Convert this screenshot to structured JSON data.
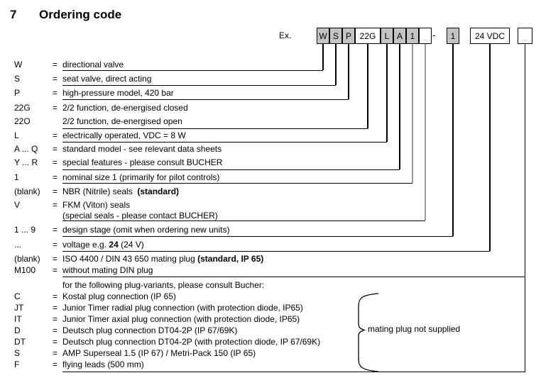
{
  "title": {
    "number": "7",
    "text": "Ordering code"
  },
  "example": {
    "label": "Ex.",
    "boxes": [
      {
        "id": "w",
        "label": "W",
        "filled": true,
        "blank": false
      },
      {
        "id": "s",
        "label": "S",
        "filled": true,
        "blank": false
      },
      {
        "id": "p",
        "label": "P",
        "filled": true,
        "blank": false
      },
      {
        "id": "g22",
        "label": "22G",
        "filled": false,
        "blank": false
      },
      {
        "id": "l",
        "label": "L",
        "filled": true,
        "blank": false
      },
      {
        "id": "a",
        "label": "A",
        "filled": true,
        "blank": false
      },
      {
        "id": "n1",
        "label": "1",
        "filled": true,
        "blank": false
      },
      {
        "id": "b1",
        "label": "_",
        "filled": false,
        "blank": true
      },
      {
        "id": "dash",
        "label": "-",
        "type": "dash"
      },
      {
        "id": "d1",
        "label": "1",
        "filled": true,
        "blank": false
      },
      {
        "id": "v24",
        "label": "24 VDC",
        "filled": false,
        "blank": false
      },
      {
        "id": "b2",
        "label": "_",
        "filled": false,
        "blank": true
      }
    ]
  },
  "code_groups": [
    {
      "box": "w",
      "rows": [
        {
          "code": "W",
          "eq": true,
          "parts": [
            {
              "t": "directional valve"
            }
          ]
        }
      ]
    },
    {
      "box": "s",
      "rows": [
        {
          "code": "S",
          "eq": true,
          "parts": [
            {
              "t": "seat valve, direct acting"
            }
          ]
        }
      ]
    },
    {
      "box": "p",
      "rows": [
        {
          "code": "P",
          "eq": true,
          "parts": [
            {
              "t": "high-pressure model, 420 bar"
            }
          ]
        }
      ]
    },
    {
      "box": "g22",
      "rows": [
        {
          "code": "22G",
          "eq": true,
          "parts": [
            {
              "t": "2/2 function, de-energised closed"
            }
          ]
        },
        {
          "code": "22O",
          "eq": false,
          "parts": [
            {
              "t": "2/2 function, de-energised open"
            }
          ]
        }
      ]
    },
    {
      "box": "l",
      "rows": [
        {
          "code": "L",
          "eq": true,
          "parts": [
            {
              "t": "electrically operated, VDC = 8 W"
            }
          ]
        }
      ]
    },
    {
      "box": "a",
      "rows": [
        {
          "code": "A ... Q",
          "eq": true,
          "parts": [
            {
              "t": "standard model - see relevant data sheets"
            }
          ]
        },
        {
          "code": "Y ... R",
          "eq": true,
          "parts": [
            {
              "t": "special features - please consult BUCHER"
            }
          ]
        }
      ]
    },
    {
      "box": "n1",
      "rows": [
        {
          "code": "1",
          "eq": true,
          "parts": [
            {
              "t": "nominal size 1 (primarily for pilot controls)"
            }
          ]
        }
      ]
    },
    {
      "box": "b1",
      "rows": [
        {
          "code": "(blank)",
          "eq": true,
          "parts": [
            {
              "t": "NBR (Nitrile) seals  "
            },
            {
              "t": "(standard)",
              "b": true
            }
          ]
        },
        {
          "code": "V",
          "eq": true,
          "parts": [
            {
              "t": "FKM (Viton) seals"
            }
          ]
        },
        {
          "code": "",
          "eq": false,
          "parts": [
            {
              "t": "(special seals - please contact BUCHER)"
            }
          ]
        }
      ]
    },
    {
      "box": "d1",
      "rows": [
        {
          "code": "1 ... 9",
          "eq": true,
          "parts": [
            {
              "t": "design stage (omit when ordering new units)"
            }
          ]
        }
      ]
    },
    {
      "box": "v24",
      "rows": [
        {
          "code": "...",
          "eq": true,
          "parts": [
            {
              "t": "voltage e.g. "
            },
            {
              "t": "24",
              "b": true
            },
            {
              "t": " (24 V)"
            }
          ]
        }
      ]
    },
    {
      "box": "b2",
      "rows": [
        {
          "code": "(blank)",
          "eq": true,
          "parts": [
            {
              "t": "ISO 4400 / DIN 43 650 mating plug "
            },
            {
              "t": "(standard, IP 65)",
              "b": true
            }
          ]
        },
        {
          "code": "M100",
          "eq": true,
          "parts": [
            {
              "t": "without mating DIN plug"
            }
          ]
        }
      ]
    }
  ],
  "plug_section": {
    "note": "for the following plug-variants, please consult Bucher:",
    "rows": [
      {
        "code": "C",
        "eq": true,
        "parts": [
          {
            "t": "Kostal plug connection (IP 65)"
          }
        ]
      },
      {
        "code": "JT",
        "eq": true,
        "parts": [
          {
            "t": "Junior Timer radial plug connection (with protection diode, IP65)"
          }
        ]
      },
      {
        "code": "IT",
        "eq": true,
        "parts": [
          {
            "t": "Junior Timer axial plug connection (with protection diode, IP65)"
          }
        ]
      },
      {
        "code": "D",
        "eq": true,
        "parts": [
          {
            "t": "Deutsch plug connection DT04-2P (IP 67/69K)"
          }
        ]
      },
      {
        "code": "DT",
        "eq": true,
        "parts": [
          {
            "t": "Deutsch plug connection DT04-2P (with protection diode, IP 67/69K)"
          }
        ]
      },
      {
        "code": "S",
        "eq": true,
        "parts": [
          {
            "t": "AMP Superseal 1.5 (IP 67) / Metri-Pack 150 (IP 65)"
          }
        ]
      },
      {
        "code": "F",
        "eq": true,
        "parts": [
          {
            "t": "flying leads (500 mm)"
          }
        ]
      }
    ],
    "brace_label": "mating plug not supplied"
  },
  "colors": {
    "text": "#000000",
    "box_filled": "#c4c4c4",
    "box_border": "#000000",
    "blank_glyph": "#9c9c9c",
    "line": "#000000",
    "gray_line": "#9c9c9c"
  }
}
